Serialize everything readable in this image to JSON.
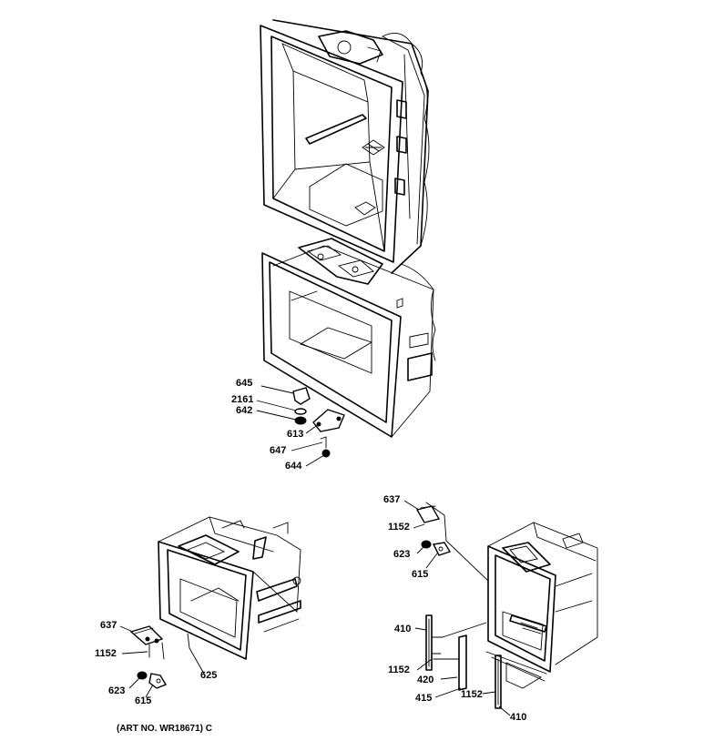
{
  "callouts": {
    "top": {
      "c645": "645",
      "c2161": "2161",
      "c642": "642",
      "c613": "613",
      "c647": "647",
      "c644": "644"
    },
    "left": {
      "c637": "637",
      "c1152": "1152",
      "c623": "623",
      "c615": "615",
      "c625": "625"
    },
    "right": {
      "c637": "637",
      "c1152a": "1152",
      "c623": "623",
      "c615": "615",
      "c410a": "410",
      "c1152b": "1152",
      "c420": "420",
      "c415": "415",
      "c1152c": "1152",
      "c410b": "410"
    }
  },
  "footer": {
    "art_number": "(ART NO. WR18671) C"
  }
}
